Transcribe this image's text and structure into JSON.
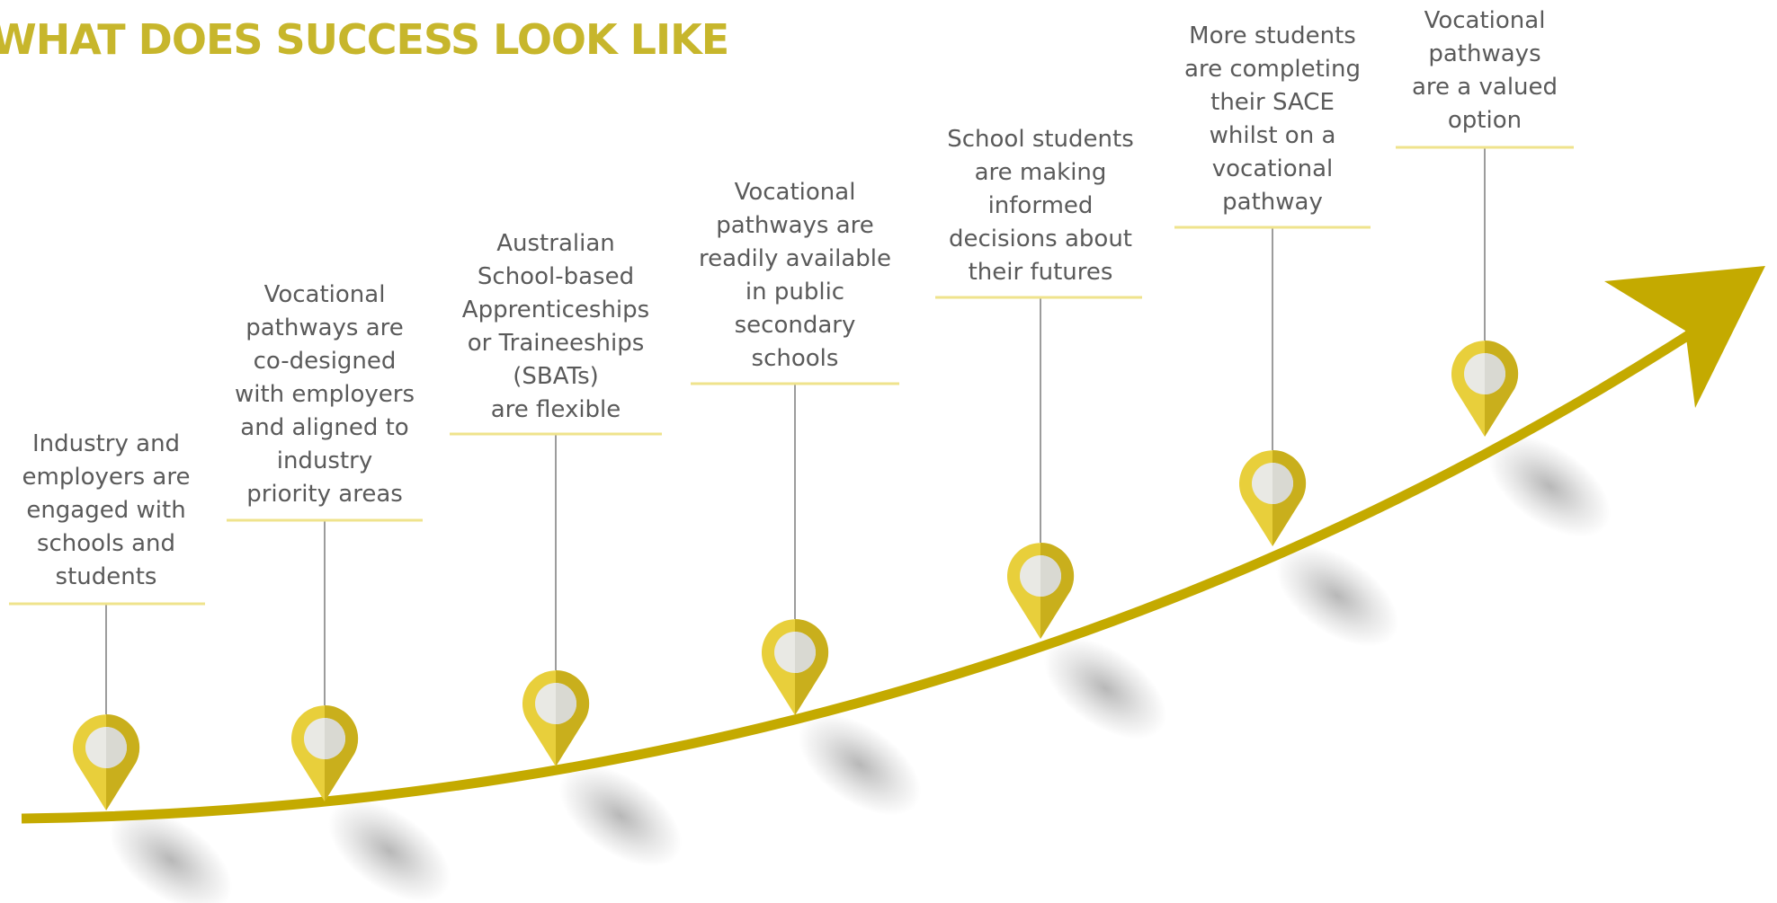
{
  "title": "WHAT DOES SUCCESS LOOK LIKE",
  "colors": {
    "accent": "#c4aa00",
    "title": "#c7b62c",
    "pin": "#e8cf3b",
    "pin_shade": "#c9af1c",
    "pin_inner": "#e9e9e4",
    "underline": "#efe38c",
    "connector": "#666666",
    "text": "#5a5a5a"
  },
  "milestones": [
    {
      "label": "Industry and\nemployers are\nengaged with\nschools and\nstudents"
    },
    {
      "label": "Vocational\npathways are\nco-designed\nwith employers\nand aligned to\nindustry\npriority areas"
    },
    {
      "label": "Australian\nSchool-based\nApprenticeships\nor Traineeships\n(SBATs)\nare flexible"
    },
    {
      "label": "Vocational\npathways are\nreadily available\nin public\nsecondary\nschools"
    },
    {
      "label": "School students\nare making\ninformed\ndecisions about\ntheir futures"
    },
    {
      "label": "More students\nare completing\ntheir SACE\nwhilst on a\nvocational\npathway"
    },
    {
      "label": "Vocational\npathways\nare a valued\noption"
    }
  ]
}
